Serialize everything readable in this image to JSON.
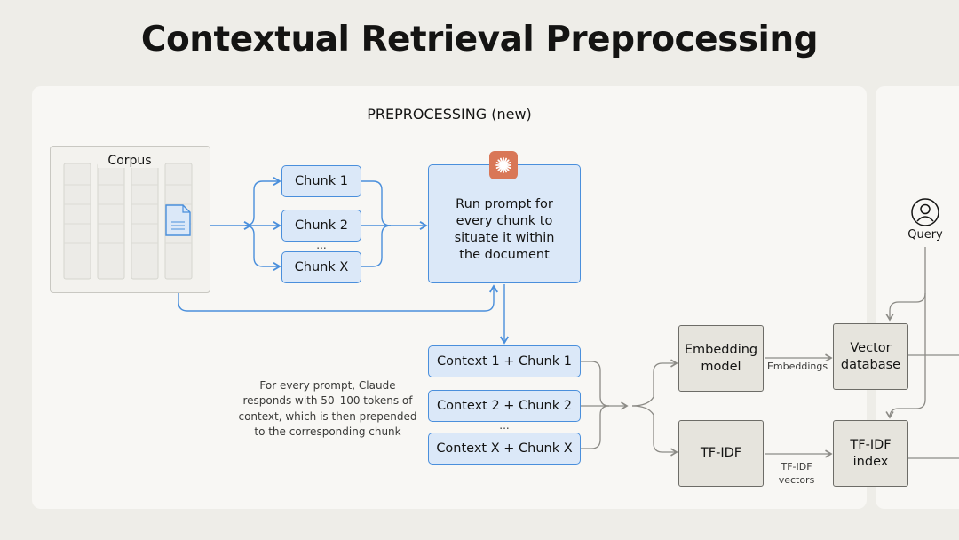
{
  "title": "Contextual Retrieval Preprocessing",
  "preprocessing": {
    "label": "PREPROCESSING (new)",
    "corpus": "Corpus",
    "chunks": [
      "Chunk 1",
      "Chunk 2",
      "Chunk X"
    ],
    "ellipsis": "...",
    "prompt": "Run prompt for every chunk to situate it within the document",
    "contexts": [
      "Context 1 + Chunk 1",
      "Context 2 + Chunk 2",
      "Context X + Chunk X"
    ],
    "note": "For every prompt, Claude responds with 50–100 tokens of context, which is then prepended to the corresponding chunk",
    "embedding_model": "Embedding model",
    "embeddings_label": "Embeddings",
    "vector_db": "Vector database",
    "tfidf": "TF-IDF",
    "tfidf_vectors_label": "TF-IDF vectors",
    "tfidf_index": "TF-IDF index",
    "query": "Query"
  },
  "colors": {
    "blue_fill": "#dbe8f8",
    "blue_stroke": "#4a8fdc",
    "gray_fill": "#e6e4dd",
    "gray_stroke": "#6d6c67",
    "claude_accent": "#d97757"
  },
  "icons": [
    "document-icon",
    "claude-logo-icon",
    "user-icon"
  ]
}
